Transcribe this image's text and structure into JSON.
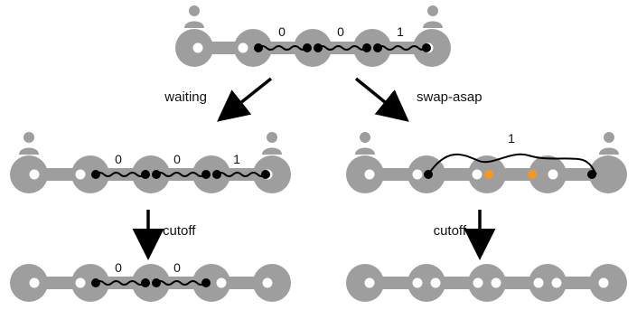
{
  "colors": {
    "node": "#9e9e9e",
    "memory_hole": "#ffffff",
    "qubit": "#000000",
    "swapped_qubit": "#f39a1e",
    "arrow": "#000000"
  },
  "icons": {
    "user": "person-icon"
  },
  "states": {
    "initial": {
      "link_ages": [
        "0",
        "0",
        "1"
      ]
    },
    "waiting": {
      "link_ages": [
        "0",
        "0",
        "1"
      ]
    },
    "swap_asap": {
      "link_ages": [
        "1"
      ]
    },
    "waiting_after_cutoff": {
      "link_ages": [
        "0",
        "0"
      ]
    },
    "swap_asap_after_cutoff": {
      "link_ages": []
    }
  },
  "transitions": {
    "waiting": "waiting",
    "swap_asap": "swap-asap",
    "cutoff_left": "cutoff",
    "cutoff_right": "cutoff"
  }
}
